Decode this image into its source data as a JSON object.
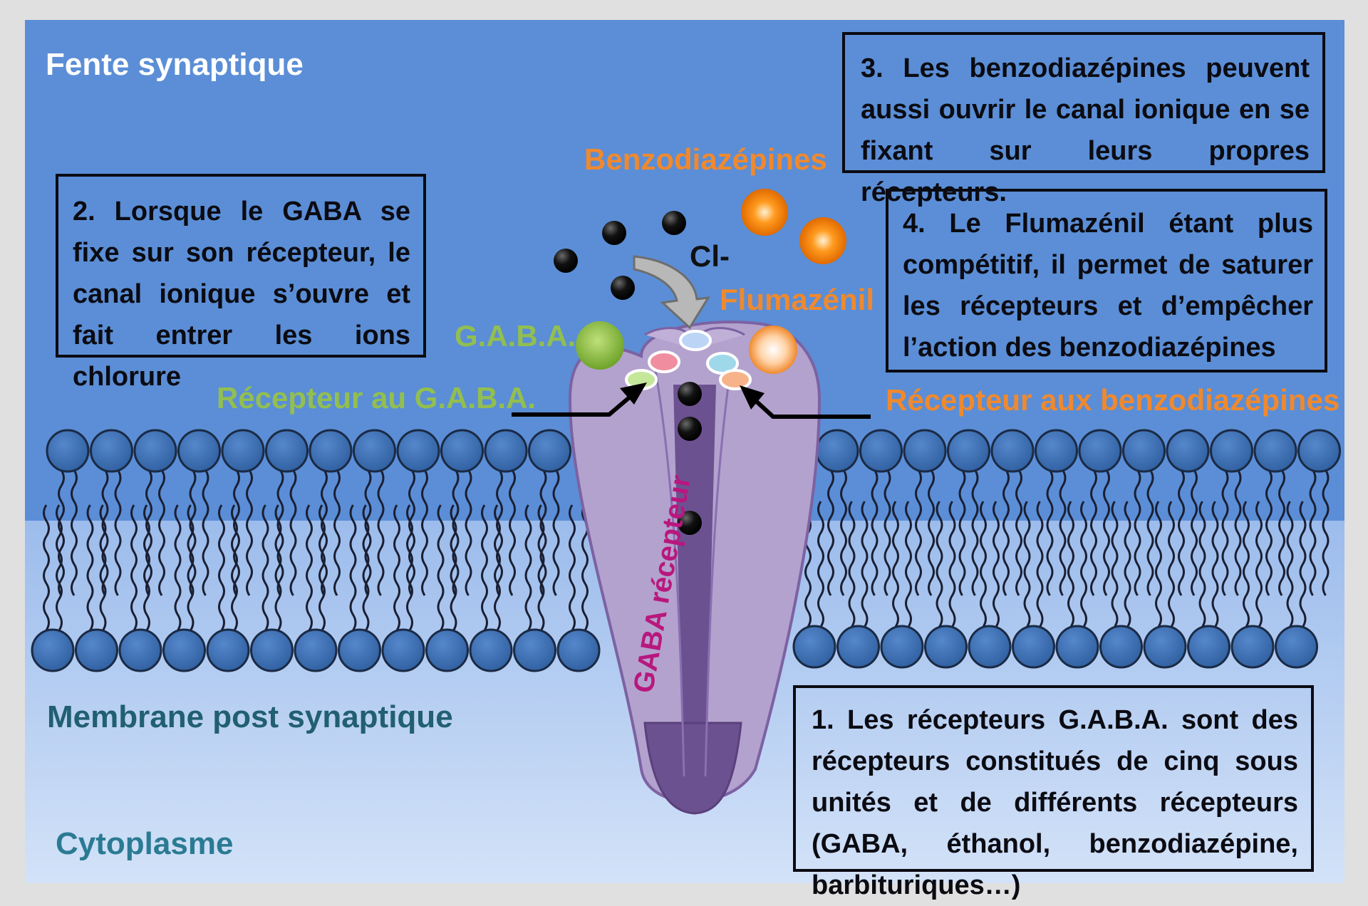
{
  "labels": {
    "synaptic_cleft": "Fente synaptique",
    "membrane": "Membrane post synaptique",
    "cytoplasm": "Cytoplasme",
    "benzodiazepines": "Benzodiazépines",
    "flumazenil": "Flumazénil",
    "gaba": "G.A.B.A.",
    "chloride": "Cl-",
    "gaba_receptor_site": "Récepteur au G.A.B.A.",
    "benzo_receptor_site": "Récepteur aux benzodiazépines",
    "channel_name": "GABA récepteur"
  },
  "notes": {
    "note_1": "1. Les récepteurs G.A.B.A. sont des récepteurs constitués de cinq sous unités et de différents récepteurs (GABA, éthanol,  benzodiazépine, barbituriques…)",
    "note_2": "2. Lorsque le GABA se fixe sur son récepteur, le canal ionique s’ouvre et fait entrer les ions chlorure",
    "note_3": "3. Les benzodiazépines peuvent aussi ouvrir le canal ionique en se fixant sur leurs propres récepteurs.",
    "note_4": "4. Le Flumazénil étant plus compétitif, il permet de saturer les récepteurs et d’empêcher l’action des benzodiazépines"
  },
  "colors": {
    "cleft": "#5b8ed6",
    "membrane_band": "#9cbcec",
    "cytoplasm": "#c6d8f6",
    "lipid_head": "#3d6fb5",
    "channel": "#b3a2cd",
    "channel_core": "#6c5190",
    "benzo_orange": "#f0892e",
    "gaba_green": "#92bf4f",
    "membrane_text": "#215f72",
    "cytoplasm_text": "#2b7a93",
    "receptor_label_magenta": "#b8177e"
  }
}
